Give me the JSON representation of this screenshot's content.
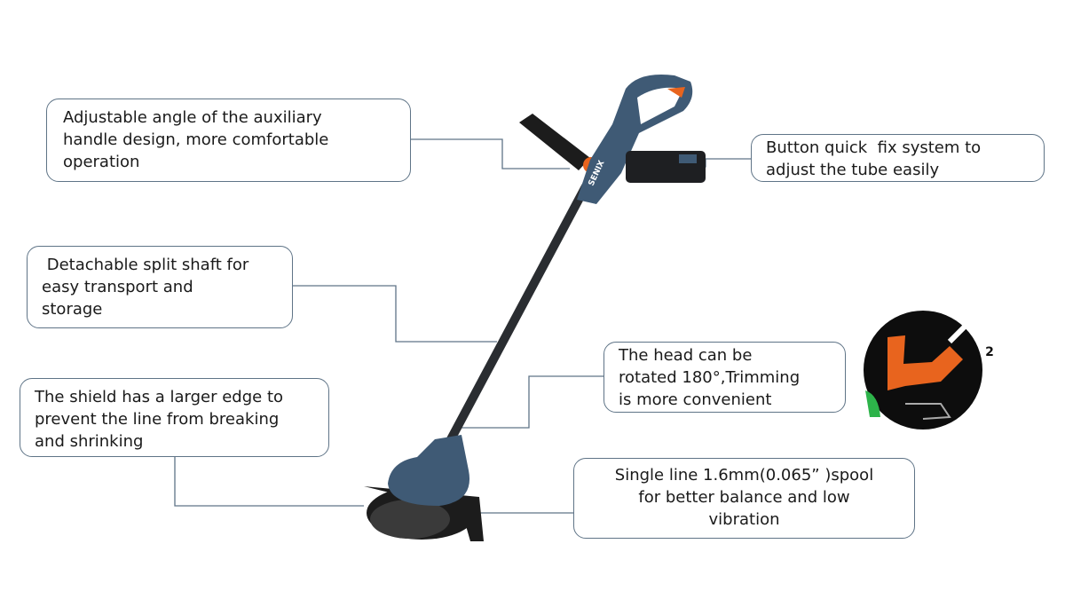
{
  "callouts": {
    "aux_handle": {
      "lines": [
        "Adjustable angle of the auxiliary",
        "handle design, more comfortable",
        "operation"
      ]
    },
    "quick_fix": {
      "lines": [
        "Button quick  fix system to",
        "adjust the tube easily"
      ]
    },
    "split_shaft": {
      "lines": [
        " Detachable split shaft for",
        "easy transport and",
        "storage"
      ]
    },
    "head_rotate": {
      "lines": [
        "The head can be",
        "rotated 180°,Trimming",
        "is more convenient"
      ]
    },
    "shield": {
      "lines": [
        "The shield has a larger edge to",
        "prevent the line from breaking",
        "and shrinking"
      ]
    },
    "spool": {
      "lines": [
        "Single line 1.6mm(0.065” )spool",
        "for better balance and low",
        "vibration"
      ]
    }
  },
  "product": {
    "brand": "SENIX"
  },
  "inset": {
    "step_number": "2"
  },
  "colors": {
    "body": "#3f5a75",
    "accent": "#e8641e",
    "line": "#5f7487"
  }
}
